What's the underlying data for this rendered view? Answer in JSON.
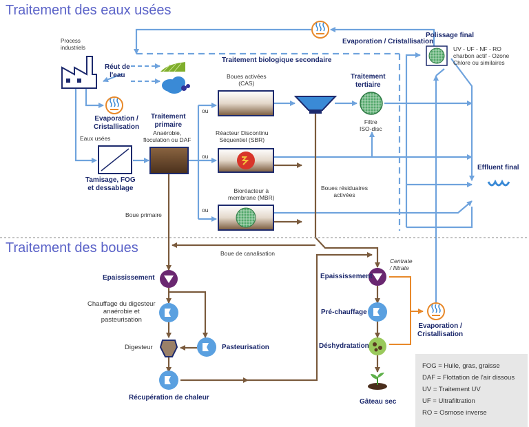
{
  "titles": {
    "wastewater": "Traitement des eaux usées",
    "sludge": "Traitement des boues"
  },
  "labels": {
    "process_industriels": "Process\nindustriels",
    "reut": "Réut de\nl'eau",
    "evap_top": "Evaporation / Cristallisation",
    "polissage": "Polissage final",
    "polissage_desc": "UV - UF - NF - RO\ncharbon actif - Ozone\nChlore ou similaires",
    "bio_secondaire": "Traitement biologique secondaire",
    "boues_activees": "Boues activées\n(CAS)",
    "traitement_tertiaire": "Traitement\ntertiaire",
    "evap_left": "Evaporation /\nCristallisation",
    "traitement_primaire": "Traitement\nprimaire",
    "primaire_desc": "Anaérobie,\nfloculation ou DAF",
    "eaux_usees": "Eaux usées",
    "sbr": "Réacteur Discontinu\nSéquentiel (SBR)",
    "filtre": "Filtre\nISO-disc",
    "tamisage": "Tamisage, FOG\net dessablage",
    "effluent": "Effluent final",
    "boues_residuaires": "Boues résiduaires\nactivées",
    "mbr": "Bioréacteur à\nmembrane (MBR)",
    "ou1": "ou",
    "ou2": "ou",
    "ou3": "ou",
    "boue_primaire": "Boue primaire",
    "boue_canalisation": "Boue de canalisation",
    "centrate": "Centrate\n/ filtrate",
    "epaiss_left": "Epaississement",
    "epaiss_right": "Epaississement",
    "chauffage": "Chauffage du digesteur\nanaérobie et\npasteurisation",
    "prechauffage": "Pré-chauffage",
    "evap_bottom": "Evaporation /\nCristallisation",
    "digesteur": "Digesteur",
    "pasteurisation": "Pasteurisation",
    "deshydratation": "Déshydratation",
    "recuperation": "Récupération de chaleur",
    "gateau": "Gâteau sec"
  },
  "legend": [
    "FOG = Huile, gras, graisse",
    "DAF = Flottation de l'air dissous",
    "UV = Traitement UV",
    "UF = Ultrafiltration",
    "RO = Osmose inverse"
  ],
  "colors": {
    "water": "#6fa3dd",
    "sludge": "#7a5a3c",
    "orange": "#e8892a",
    "navy": "#1d2a6d",
    "title": "#5b63c8"
  }
}
